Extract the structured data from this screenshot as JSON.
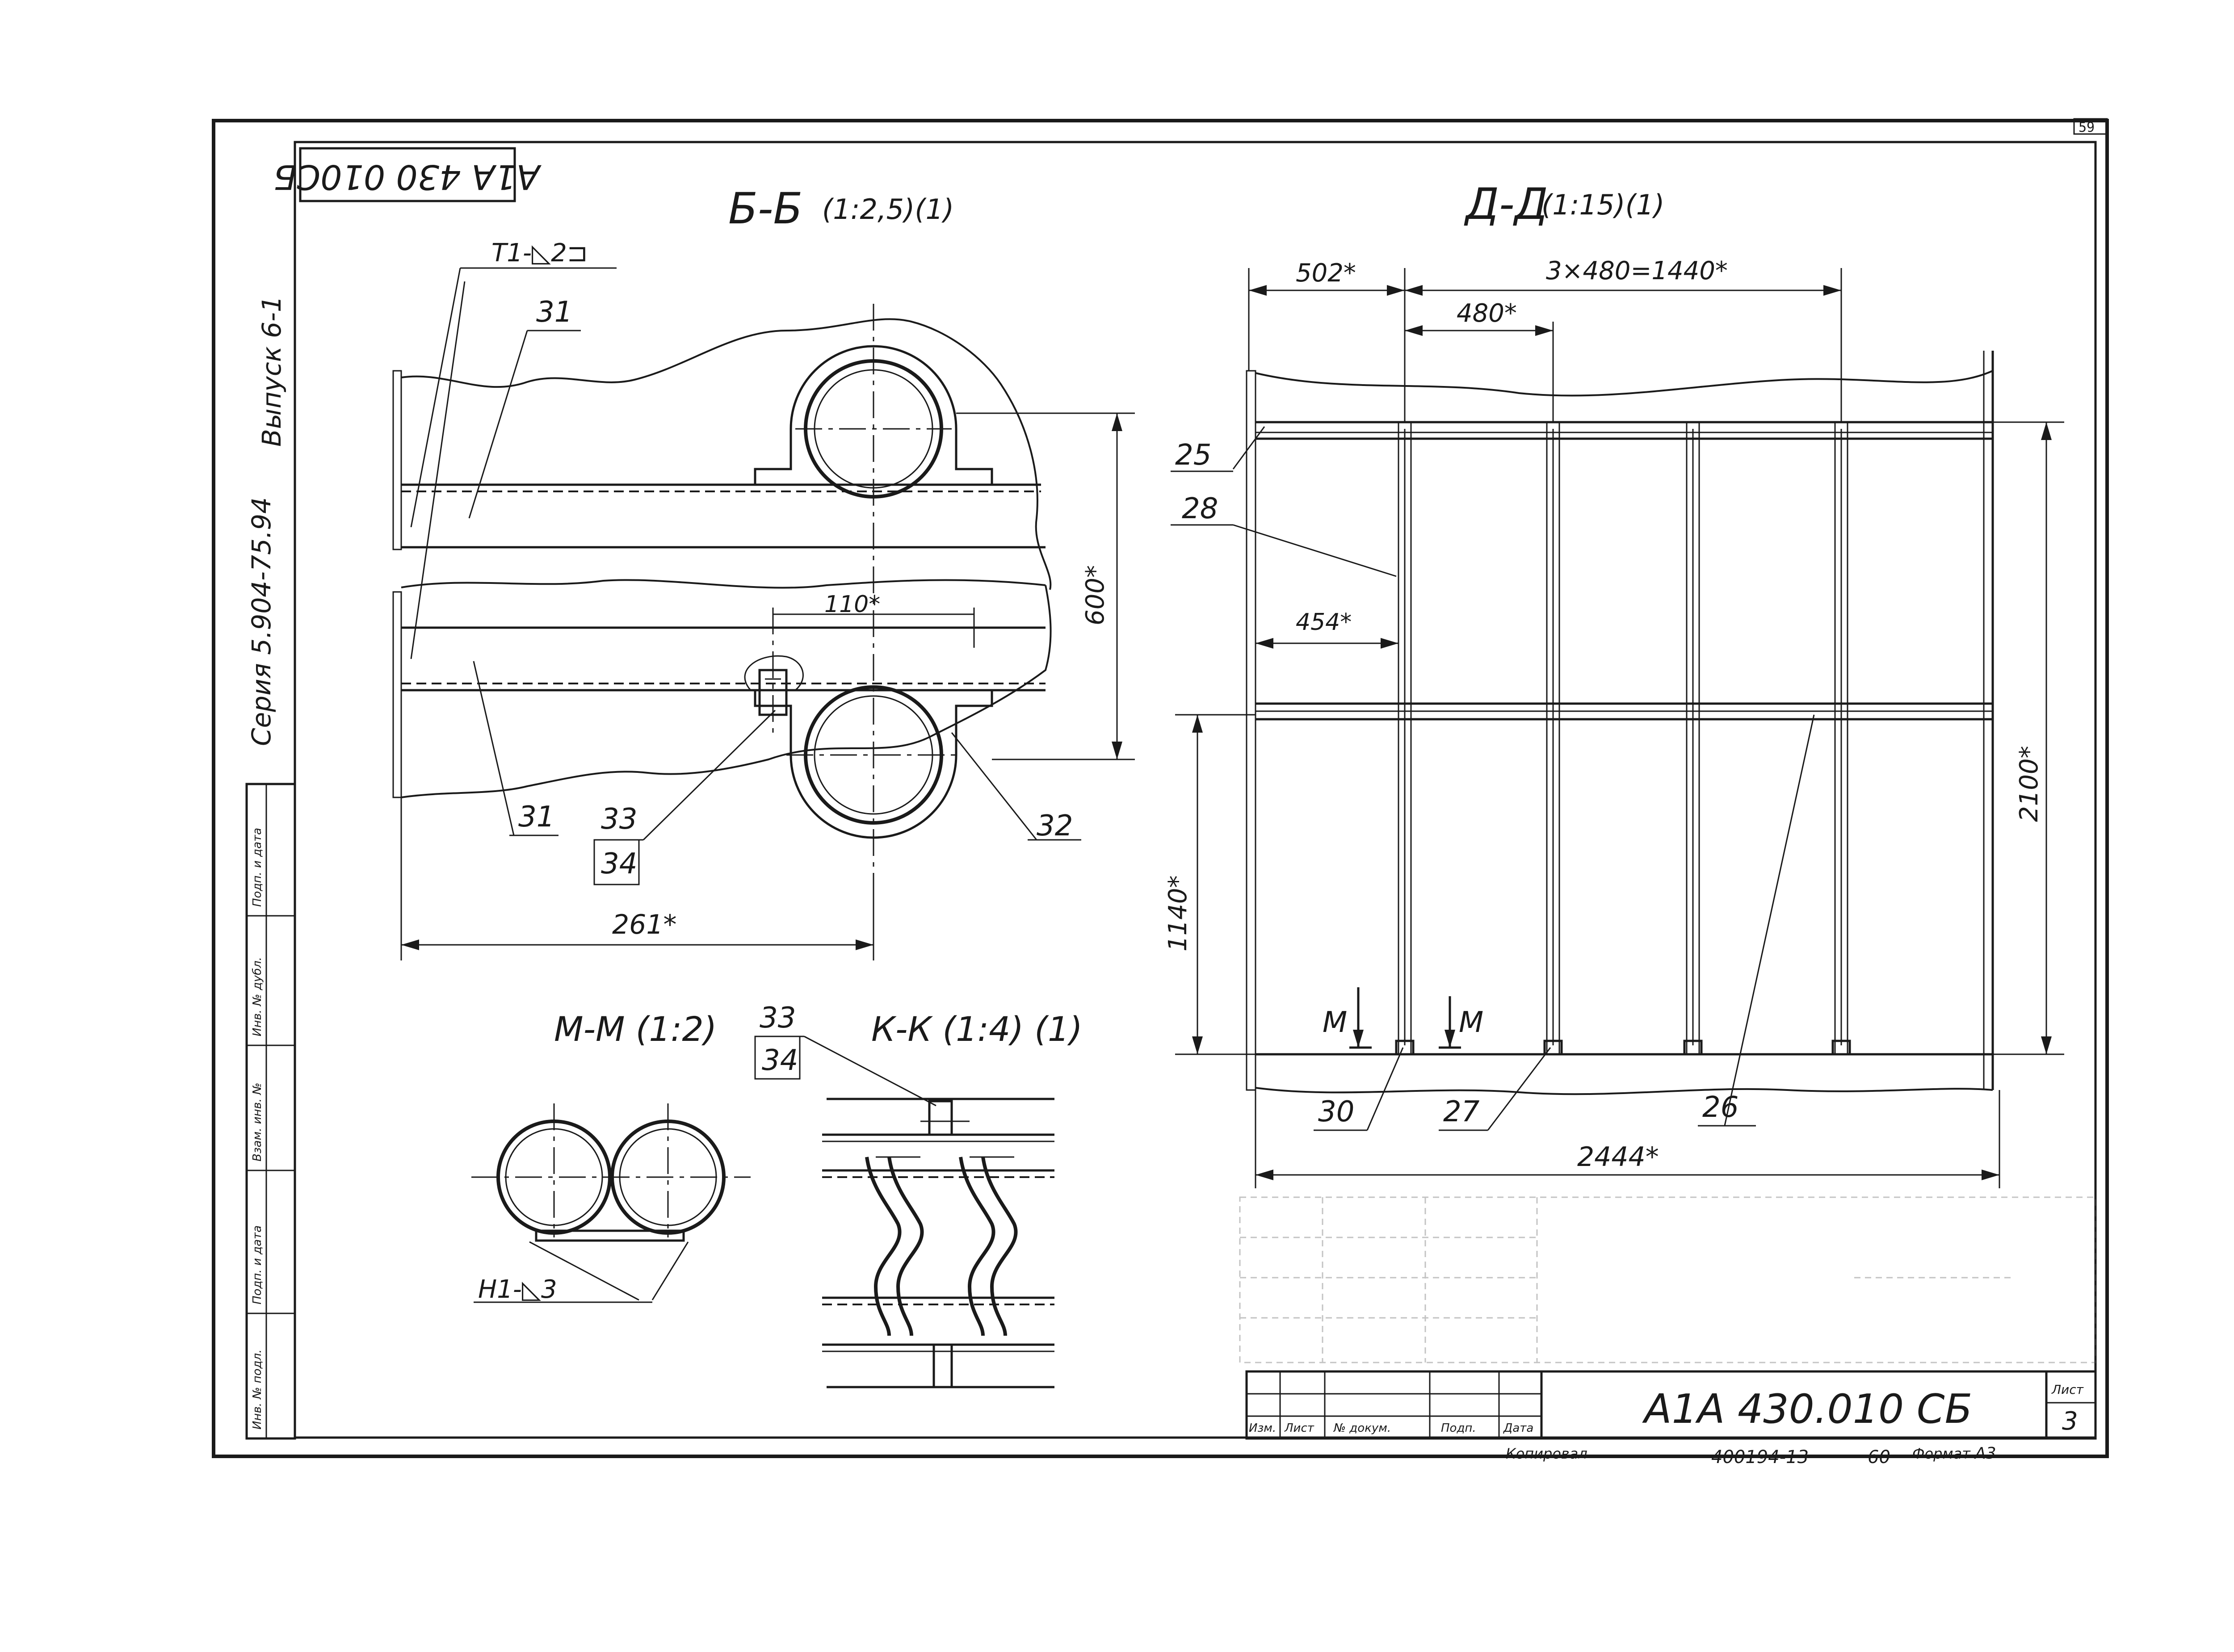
{
  "sheet": {
    "sheet_corner_number": "59",
    "rotated_doc_code": "А1А 430 010СБ",
    "side_series": "Серия 5.904-75.94",
    "side_issue": "Выпуск 6-1"
  },
  "left_strip": {
    "labels": [
      "Инв. № подл.",
      "Подп. и дата",
      "Взам. инв. №",
      "Инв. № дубл.",
      "Подп. и дата"
    ]
  },
  "sections": {
    "bb_title": "Б-Б",
    "bb_scale": "(1:2,5)(1)",
    "dd_title": "Д-Д",
    "dd_scale": "(1:15)(1)",
    "mm_title": "М-М (1:2)",
    "kk_title": "К-К (1:4) (1)"
  },
  "bb": {
    "weld_label": "Т1-◺2⊐",
    "pos_31_top": "31",
    "pos_31_bottom": "31",
    "pos_32": "32",
    "pos_33": "33",
    "pos_34": "34",
    "dim_110": "110*",
    "dim_600": "600*",
    "dim_261": "261*"
  },
  "dd": {
    "dim_502": "502*",
    "dim_3x480": "3×480=1440*",
    "dim_480": "480*",
    "dim_454": "454*",
    "dim_1140": "1140*",
    "dim_2100": "2100*",
    "dim_2444": "2444*",
    "pos_25": "25",
    "pos_28": "28",
    "pos_30": "30",
    "pos_27": "27",
    "pos_26": "26",
    "cut_m_left": "М",
    "cut_m_right": "М"
  },
  "mm": {
    "weld_label": "Н1-◺3"
  },
  "kk": {
    "pos_33": "33",
    "pos_34": "34"
  },
  "title_block": {
    "doc_code": "А1А 430.010 СБ",
    "sheet_label": "Лист",
    "sheet_number": "3",
    "col_izm": "Изм.",
    "col_list": "Лист",
    "col_doc": "№ докум.",
    "col_sign": "Подп.",
    "col_date": "Дата"
  },
  "footer": {
    "copied": "Копировал",
    "inventory": "400194-13",
    "code": "60",
    "format_label": "Формат",
    "format_value": "А3"
  }
}
